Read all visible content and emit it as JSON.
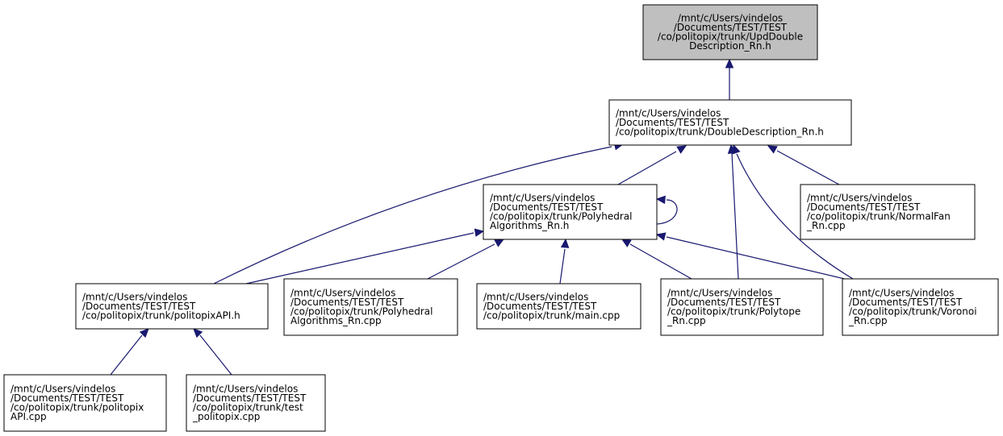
{
  "nodes": [
    {
      "id": "upd",
      "root": true,
      "align": "middle",
      "lines": [
        "/mnt/c/Users/vindelos",
        "/Documents/TEST/TEST",
        "/co/politopix/trunk/UpdDouble",
        "Description_Rn.h"
      ]
    },
    {
      "id": "dd",
      "root": false,
      "align": "start",
      "lines": [
        "/mnt/c/Users/vindelos",
        "/Documents/TEST/TEST",
        "/co/politopix/trunk/DoubleDescription_Rn.h"
      ]
    },
    {
      "id": "pa",
      "root": false,
      "align": "start",
      "lines": [
        "/mnt/c/Users/vindelos",
        "/Documents/TEST/TEST",
        "/co/politopix/trunk/Polyhedral",
        "Algorithms_Rn.h"
      ]
    },
    {
      "id": "nf",
      "root": false,
      "align": "start",
      "lines": [
        "/mnt/c/Users/vindelos",
        "/Documents/TEST/TEST",
        "/co/politopix/trunk/NormalFan",
        "_Rn.cpp"
      ]
    },
    {
      "id": "api",
      "root": false,
      "align": "start",
      "lines": [
        "/mnt/c/Users/vindelos",
        "/Documents/TEST/TEST",
        "/co/politopix/trunk/politopixAPI.h"
      ]
    },
    {
      "id": "pac",
      "root": false,
      "align": "start",
      "lines": [
        "/mnt/c/Users/vindelos",
        "/Documents/TEST/TEST",
        "/co/politopix/trunk/Polyhedral",
        "Algorithms_Rn.cpp"
      ]
    },
    {
      "id": "main",
      "root": false,
      "align": "start",
      "lines": [
        "/mnt/c/Users/vindelos",
        "/Documents/TEST/TEST",
        "/co/politopix/trunk/main.cpp"
      ]
    },
    {
      "id": "poly",
      "root": false,
      "align": "start",
      "lines": [
        "/mnt/c/Users/vindelos",
        "/Documents/TEST/TEST",
        "/co/politopix/trunk/Polytope",
        "_Rn.cpp"
      ]
    },
    {
      "id": "vor",
      "root": false,
      "align": "start",
      "lines": [
        "/mnt/c/Users/vindelos",
        "/Documents/TEST/TEST",
        "/co/politopix/trunk/Voronoi",
        "_Rn.cpp"
      ]
    },
    {
      "id": "apic",
      "root": false,
      "align": "start",
      "lines": [
        "/mnt/c/Users/vindelos",
        "/Documents/TEST/TEST",
        "/co/politopix/trunk/politopix",
        "API.cpp"
      ]
    },
    {
      "id": "test",
      "root": false,
      "align": "start",
      "lines": [
        "/mnt/c/Users/vindelos",
        "/Documents/TEST/TEST",
        "/co/politopix/trunk/test",
        "_politopix.cpp"
      ]
    }
  ],
  "edges": [
    {
      "from": "dd",
      "to": "upd"
    },
    {
      "from": "pa",
      "to": "dd"
    },
    {
      "from": "api",
      "to": "dd"
    },
    {
      "from": "poly",
      "to": "dd"
    },
    {
      "from": "vor",
      "to": "dd"
    },
    {
      "from": "nf",
      "to": "dd"
    },
    {
      "from": "pa",
      "to": "pa"
    },
    {
      "from": "api",
      "to": "pa"
    },
    {
      "from": "pac",
      "to": "pa"
    },
    {
      "from": "main",
      "to": "pa"
    },
    {
      "from": "poly",
      "to": "pa"
    },
    {
      "from": "vor",
      "to": "pa"
    },
    {
      "from": "apic",
      "to": "api"
    },
    {
      "from": "test",
      "to": "api"
    }
  ]
}
